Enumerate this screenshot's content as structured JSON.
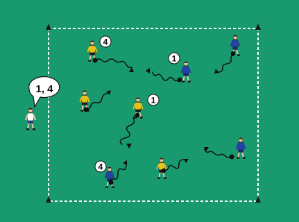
{
  "colors": {
    "pitch": "#189a6e",
    "pitch_edge": "#16936a",
    "boundary": "#ffffff",
    "cone": "#1a1a1a",
    "team_yellow_shirt": "#e7c21b",
    "team_yellow_shorts": "#1d1d1d",
    "team_blue_shirt": "#2442a8",
    "team_blue_shorts": "#1c2a6e",
    "coach_shirt": "#ffffff",
    "coach_shorts": "#1e3f8f",
    "ball": "#111111",
    "path": "#111111",
    "callout_fill": "#ffffff",
    "callout_text": "#111111"
  },
  "boundary": {
    "style": "dashed",
    "cones": 4
  },
  "callouts": {
    "coach": "1, 4",
    "yellow_top": "4",
    "blue_top": "1",
    "yellow_mid": "1",
    "blue_bottom": "4"
  },
  "players": [
    {
      "id": "coach",
      "kind": "coach",
      "icon": "coach-figure"
    },
    {
      "id": "yellow-top",
      "kind": "yellow",
      "icon": "player-figure"
    },
    {
      "id": "yellow-left",
      "kind": "yellow",
      "icon": "player-figure"
    },
    {
      "id": "yellow-center",
      "kind": "yellow",
      "icon": "player-figure"
    },
    {
      "id": "yellow-bottom",
      "kind": "yellow",
      "icon": "player-figure"
    },
    {
      "id": "blue-top-right",
      "kind": "blue",
      "icon": "player-figure"
    },
    {
      "id": "blue-center-right",
      "kind": "blue",
      "icon": "player-figure"
    },
    {
      "id": "blue-bottom-right",
      "kind": "blue",
      "icon": "player-figure"
    },
    {
      "id": "blue-bottom-left",
      "kind": "blue",
      "icon": "player-figure"
    }
  ]
}
